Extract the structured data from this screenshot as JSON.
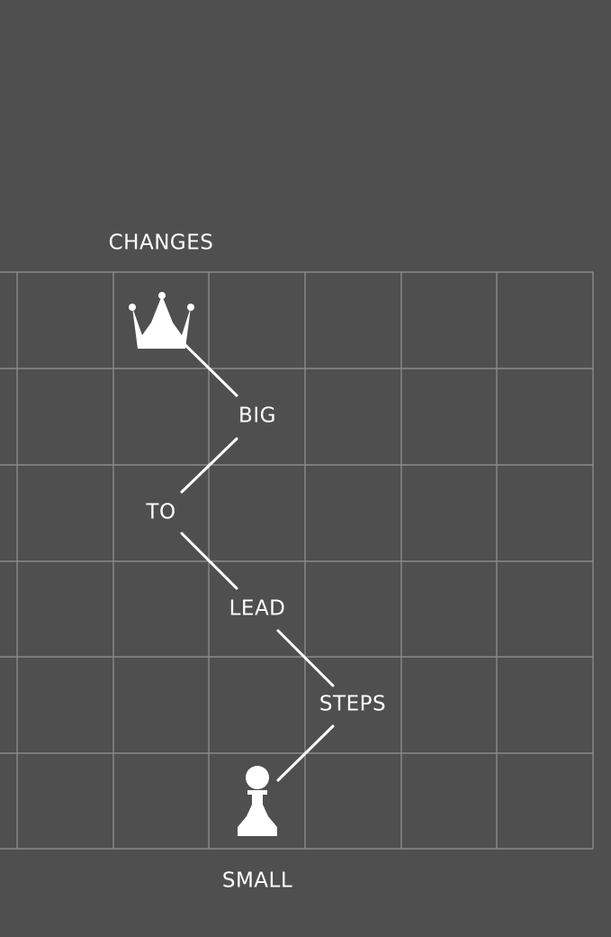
{
  "words": {
    "changes": "CHANGES",
    "big": "BIG",
    "to": "TO",
    "lead": "LEAD",
    "steps": "STEPS",
    "small": "SMALL"
  },
  "pieces": {
    "top": "crown-icon",
    "bottom": "pawn-icon"
  },
  "colors": {
    "background": "#4f4f4f",
    "grid": "#8a8a8a",
    "foreground": "#ffffff"
  }
}
